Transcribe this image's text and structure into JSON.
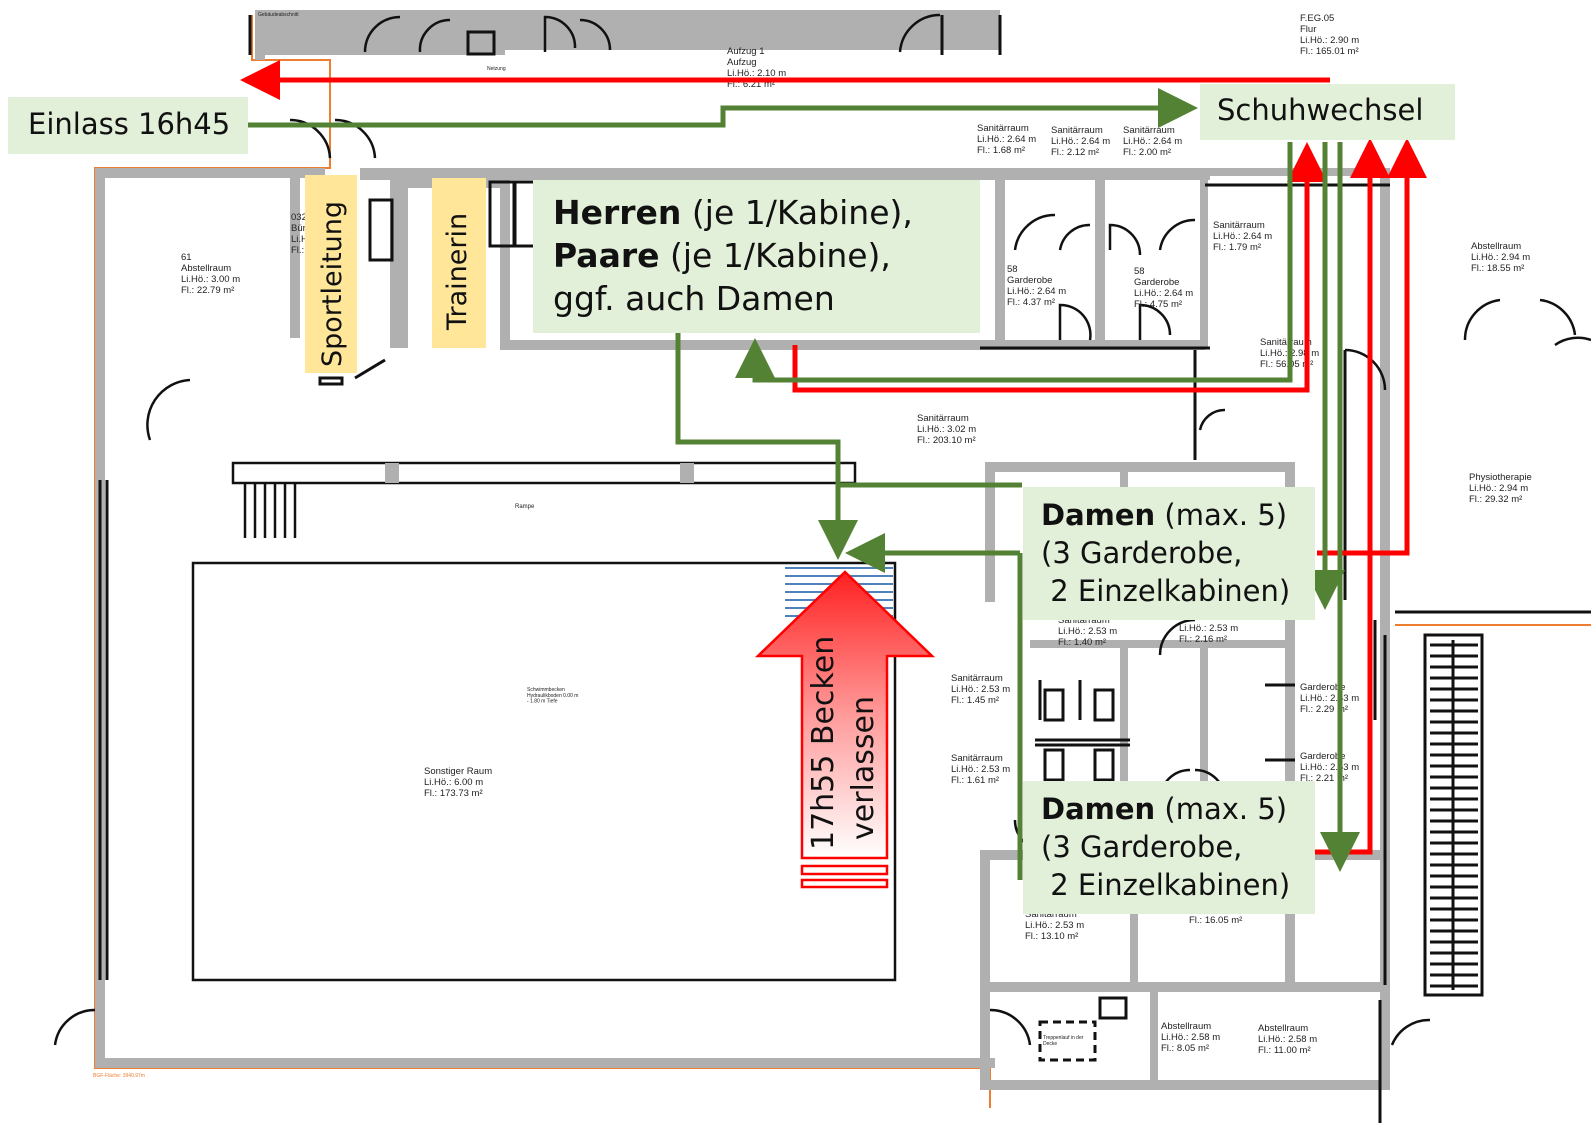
{
  "title": "Schwimmbad Ablaufplan",
  "callouts": {
    "entry": "Einlass 16h45",
    "shoe_change": "Schuhwechsel",
    "sport_lead": "Sportleitung",
    "trainer": "Trainerin",
    "herren_bold": "Herren",
    "herren_rest": " (je 1/Kabine),",
    "paare_bold": "Paare",
    "paare_rest": " (je 1/Kabine),",
    "damen_also": "ggf. auch Damen",
    "damen1_bold": "Damen",
    "damen1_rest": " (max. 5)",
    "damen1_line2": "(3 Garderobe,",
    "damen1_line3": " 2 Einzelkabinen)",
    "damen2_bold": "Damen",
    "damen2_rest": " (max. 5)",
    "damen2_line2": "(3 Garderobe,",
    "damen2_line3": " 2 Einzelkabinen)",
    "exit_line1": "17h55 Becken",
    "exit_line2": "verlassen"
  },
  "rooms": {
    "r_feg05": [
      "F.EG.05",
      "Flur",
      "Li.Hö.: 2.90 m",
      "Fl.: 165.01 m²"
    ],
    "r_aufzug": [
      "Aufzug 1",
      "Aufzug",
      "Li.Hö.: 2.10 m",
      "Fl.: 6.21 m²"
    ],
    "r_san1": [
      "Sanitärraum",
      "Li.Hö.: 2.64 m",
      "Fl.: 1.68 m²"
    ],
    "r_san2": [
      "Sanitärraum",
      "Li.Hö.: 2.64 m",
      "Fl.: 2.12 m²"
    ],
    "r_san3": [
      "Sanitärraum",
      "Li.Hö.: 2.64 m",
      "Fl.: 2.00 m²"
    ],
    "r_san4": [
      "Sanitärraum",
      "Li.Hö.: 2.64 m",
      "Fl.: 1.79 m²"
    ],
    "r_abst61": [
      "61",
      "Abstellraum",
      "Li.Hö.: 3.00 m",
      "Fl.: 22.79 m²"
    ],
    "r_buero": [
      "032",
      "Büro",
      "Li.H",
      "Fl.:"
    ],
    "r_gard58a": [
      "58",
      "Garderobe",
      "Li.Hö.: 2.64 m",
      "Fl.: 4.37 m²"
    ],
    "r_gard58b": [
      "58",
      "Garderobe",
      "Li.Hö.: 2.64 m",
      "Fl.: 4.75 m²"
    ],
    "r_san56": [
      "Sanitärraum",
      "Li.Hö.: 2.98 m",
      "Fl.: 56.05 m²"
    ],
    "r_abst_r": [
      "Abstellraum",
      "Li.Hö.: 2.94 m",
      "Fl.: 18.55 m²"
    ],
    "r_san_big": [
      "Sanitärraum",
      "Li.Hö.: 3.02 m",
      "Fl.: 203.10 m²"
    ],
    "r_physio": [
      "Physiotherapie",
      "Li.Hö.: 2.94 m",
      "Fl.: 29.32 m²"
    ],
    "r_rampe": [
      "Rampe"
    ],
    "r_becken": [
      "Schwimmbecken",
      "Hydraulikboden 0.00 m",
      "- 1.80 m Tiefe"
    ],
    "r_sonst": [
      "Sonstiger Raum",
      "Li.Hö.: 6.00 m",
      "Fl.: 173.73 m²"
    ],
    "r_san5": [
      "Sanitärraum",
      "Li.Hö.: 2.53 m",
      "Fl.: 1.40 m²"
    ],
    "r_san6": [
      "Li.Hö.: 2.53 m",
      "Fl.: 2.16 m²"
    ],
    "r_san7": [
      "Sanitärraum",
      "Li.Hö.: 2.53 m",
      "Fl.: 1.45 m²"
    ],
    "r_san8": [
      "Sanitärraum",
      "Li.Hö.: 2.53 m",
      "Fl.: 1.61 m²"
    ],
    "r_gard1": [
      "Garderobe",
      "Li.Hö.: 2.53 m",
      "Fl.: 2.29 m²"
    ],
    "r_gard2": [
      "Garderobe",
      "Li.Hö.: 2.53 m",
      "Fl.: 2.21 m²"
    ],
    "r_san9": [
      "Sanitärraum",
      "Li.Hö.: 2.53 m",
      "Fl.: 13.10 m²"
    ],
    "r_fl16": [
      "Fl.: 16.05 m²"
    ],
    "r_abst1": [
      "Abstellraum",
      "Li.Hö.: 2.58 m",
      "Fl.: 8.05 m²"
    ],
    "r_abst2": [
      "Abstellraum",
      "Li.Hö.: 2.58 m",
      "Fl.: 11.00 m²"
    ],
    "r_trep": [
      "Treppenlauf in der",
      "Decke"
    ],
    "r_bgf": [
      "BGF-Fläche: 3940.97m"
    ],
    "r_geb": [
      "Gebäudeabschnitt"
    ],
    "r_netz": [
      "Netzung"
    ]
  },
  "colors": {
    "route_in": "#548235",
    "route_out": "#ff0000",
    "callout_bg": "#e2efd9",
    "staff_bg": "#ffe699",
    "wall": "#b0b0b0",
    "outline": "#ed7d31"
  }
}
